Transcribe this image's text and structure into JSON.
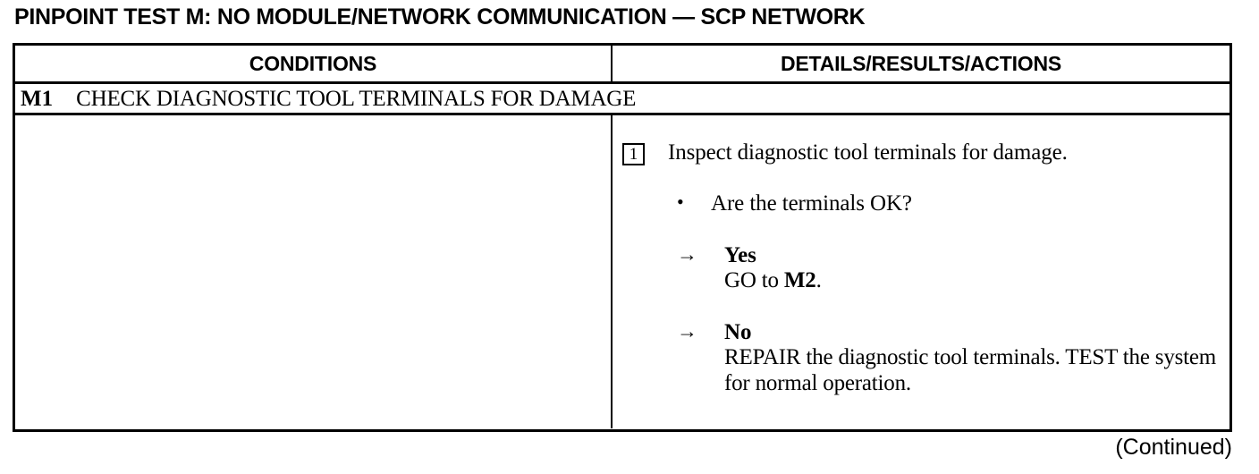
{
  "title": "PINPOINT TEST M: NO MODULE/NETWORK COMMUNICATION — SCP NETWORK",
  "table": {
    "headers": {
      "conditions": "CONDITIONS",
      "details": "DETAILS/RESULTS/ACTIONS"
    },
    "step_row": {
      "id": "M1",
      "title": "CHECK DIAGNOSTIC TOOL TERMINALS FOR DAMAGE"
    },
    "conditions_cell": "",
    "details": {
      "step_number": "1",
      "instruction": "Inspect diagnostic tool terminals for damage.",
      "bullet_marker": "•",
      "question": "Are the terminals OK?",
      "branches": [
        {
          "arrow": "→",
          "answer": "Yes",
          "action_prefix": "GO to ",
          "action_bold": "M2",
          "action_suffix": "."
        },
        {
          "arrow": "→",
          "answer": "No",
          "action_prefix": "REPAIR the diagnostic tool terminals. TEST the system for normal operation.",
          "action_bold": "",
          "action_suffix": ""
        }
      ]
    }
  },
  "footer": {
    "continued": "(Continued)"
  }
}
